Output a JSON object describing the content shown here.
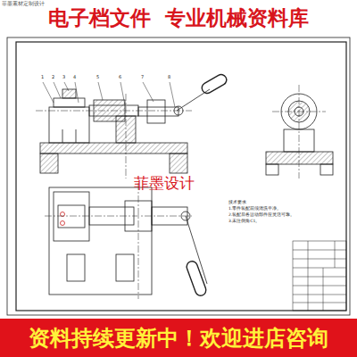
{
  "diagram": {
    "nodes": [
      {
        "text": [
          "电子档文件  专业机械资料库"
        ]
      },
      {
        "text": [
          "资料持续更新中！欢迎进店咨询"
        ]
      }
    ],
    "labels": [
      "菲墨素材定制设计",
      "菲墨设计",
      "技术要求",
      "1.零件装配前须清洗干净。",
      "2.装配后各运动部件应灵活可靠。",
      "3.未注倒角C1。",
      "1",
      "2",
      "3",
      "4",
      "5",
      "6",
      "7",
      "8"
    ]
  }
}
